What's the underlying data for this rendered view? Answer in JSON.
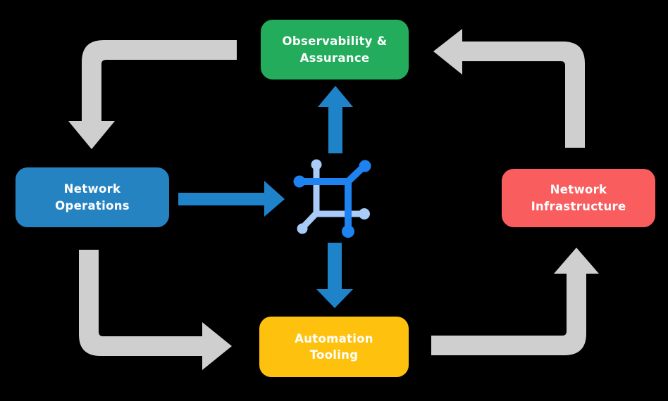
{
  "colors": {
    "background": "#000000",
    "green": "#22AC5B",
    "blue": "#2583C2",
    "red": "#F95D5E",
    "yellow": "#FEC10D",
    "arrow_gray": "#CFCFCF",
    "arrow_blue": "#1F83C9",
    "icon_dark_blue": "#1E82F0",
    "icon_light_blue": "#A8CBF8",
    "text": "#FFFFFF"
  },
  "nodes": {
    "observability": {
      "lines": [
        "Observability &",
        "Assurance"
      ]
    },
    "operations": {
      "lines": [
        "Network",
        "Operations"
      ]
    },
    "infrastructure": {
      "lines": [
        "Network",
        "Infrastructure"
      ]
    },
    "automation": {
      "lines": [
        "Automation",
        "Tooling"
      ]
    }
  },
  "icon": {
    "name": "network-mesh-core-icon"
  },
  "flows": [
    {
      "from": "Observability & Assurance",
      "to": "Network Operations",
      "style": "curved-gray"
    },
    {
      "from": "Network Operations",
      "to": "Automation Tooling",
      "style": "curved-gray"
    },
    {
      "from": "Automation Tooling",
      "to": "Network Infrastructure",
      "style": "curved-gray"
    },
    {
      "from": "Network Infrastructure",
      "to": "Observability & Assurance",
      "style": "curved-gray"
    },
    {
      "from": "Network Operations",
      "to": "core-icon",
      "style": "straight-blue"
    },
    {
      "from": "core-icon",
      "to": "Observability & Assurance",
      "style": "straight-blue"
    },
    {
      "from": "core-icon",
      "to": "Automation Tooling",
      "style": "straight-blue"
    }
  ]
}
